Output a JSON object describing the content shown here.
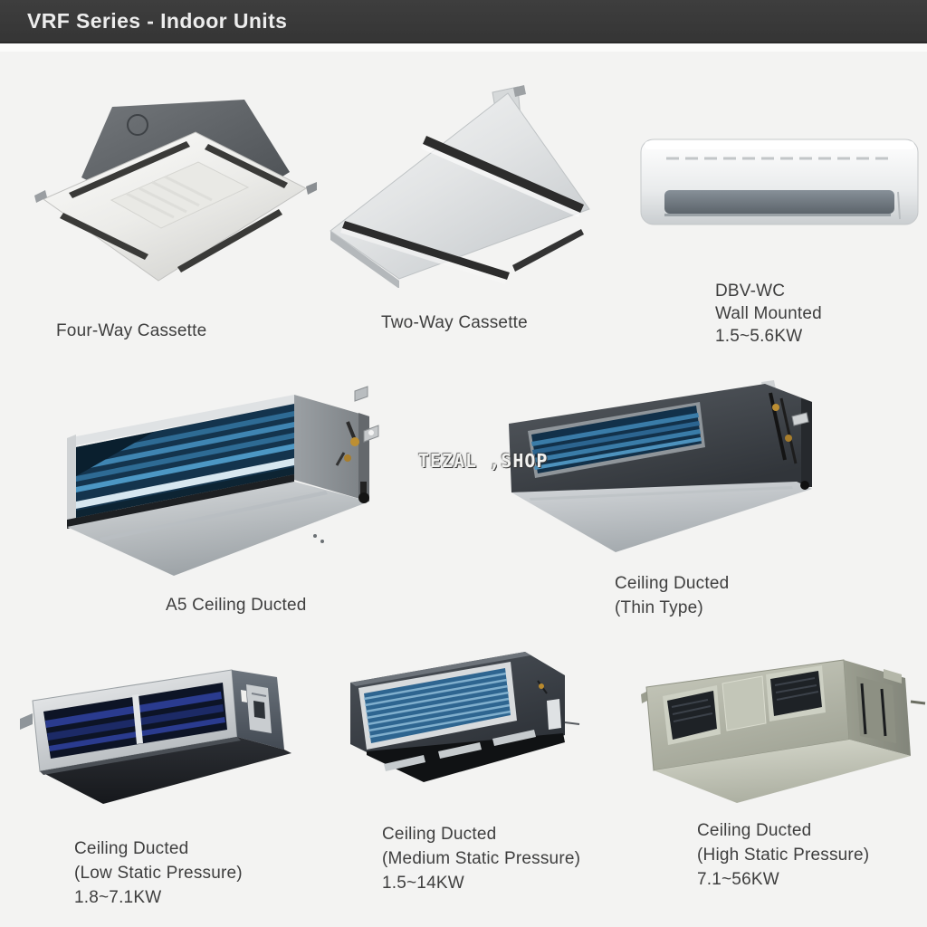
{
  "header": {
    "title": "VRF Series - Indoor Units",
    "bg_color": "#383838",
    "text_color": "#ededed"
  },
  "page": {
    "bg_color": "#f3f3f2",
    "label_color": "#3e3e3e"
  },
  "watermark": "TEZAL ,SHOP",
  "products": [
    {
      "id": "four-way-cassette",
      "image": "four-way-cassette-photo",
      "lines": [
        "Four-Way Cassette"
      ]
    },
    {
      "id": "two-way-cassette",
      "image": "two-way-cassette-photo",
      "lines": [
        "Two-Way Cassette"
      ]
    },
    {
      "id": "wall-mounted",
      "image": "wall-mounted-photo",
      "lines": [
        "DBV-WC",
        "Wall Mounted",
        "1.5~5.6KW"
      ]
    },
    {
      "id": "a5-ceiling-ducted",
      "image": "a5-ceiling-ducted-photo",
      "lines": [
        "A5 Ceiling Ducted"
      ]
    },
    {
      "id": "ceiling-ducted-thin",
      "image": "ceiling-ducted-thin-photo",
      "lines": [
        "Ceiling Ducted",
        "(Thin Type)"
      ]
    },
    {
      "id": "ceiling-ducted-low",
      "image": "ceiling-ducted-low-photo",
      "lines": [
        "Ceiling Ducted",
        "(Low Static Pressure)",
        "1.8~7.1KW"
      ]
    },
    {
      "id": "ceiling-ducted-medium",
      "image": "ceiling-ducted-medium-photo",
      "lines": [
        "Ceiling Ducted",
        "(Medium Static Pressure)",
        "1.5~14KW"
      ]
    },
    {
      "id": "ceiling-ducted-high",
      "image": "ceiling-ducted-high-photo",
      "lines": [
        "Ceiling Ducted",
        "(High Static Pressure)",
        "7.1~56KW"
      ]
    }
  ]
}
